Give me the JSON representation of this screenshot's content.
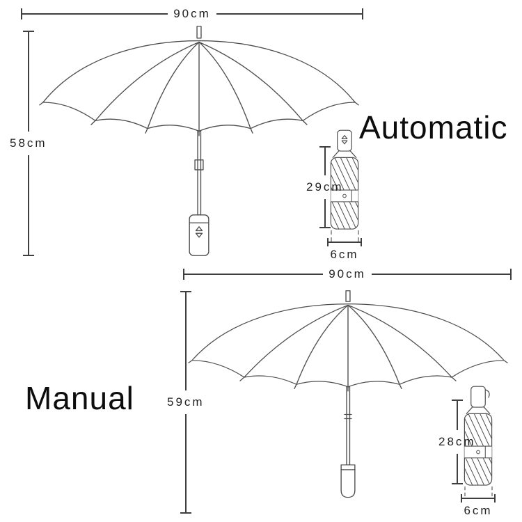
{
  "colors": {
    "line": "#3f3f3f",
    "sketch": "#4f4f4f",
    "text": "#0d0d0d"
  },
  "automatic": {
    "title": "Automatic",
    "canopy_width": "90cm",
    "open_height": "58cm",
    "folded_length": "29cm",
    "folded_width": "6cm"
  },
  "manual": {
    "title": "Manual",
    "canopy_width": "90cm",
    "open_height": "59cm",
    "folded_length": "28cm",
    "folded_width": "6cm"
  }
}
